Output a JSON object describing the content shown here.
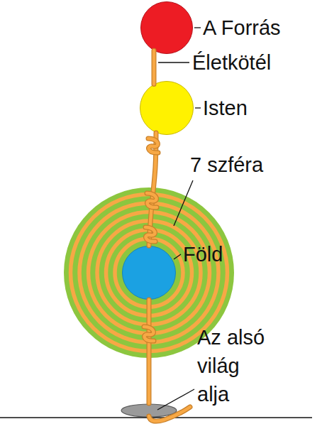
{
  "diagram": {
    "nodes": [
      {
        "text": [
          "A Forrás"
        ]
      },
      {
        "text": [
          "Isten"
        ]
      },
      {
        "text": [
          "7 szféra"
        ]
      },
      {
        "text": [
          "Föld"
        ],
        "in": 2
      },
      {
        "text": [
          "Az alsó világ alja"
        ]
      }
    ],
    "edges": [
      {
        "from": 0,
        "to": 1,
        "arrow": "none",
        "label": "Életkötél"
      },
      {
        "from": 1,
        "to": 3,
        "arrow": "none"
      },
      {
        "from": 3,
        "to": 4,
        "arrow": "none"
      }
    ]
  }
}
